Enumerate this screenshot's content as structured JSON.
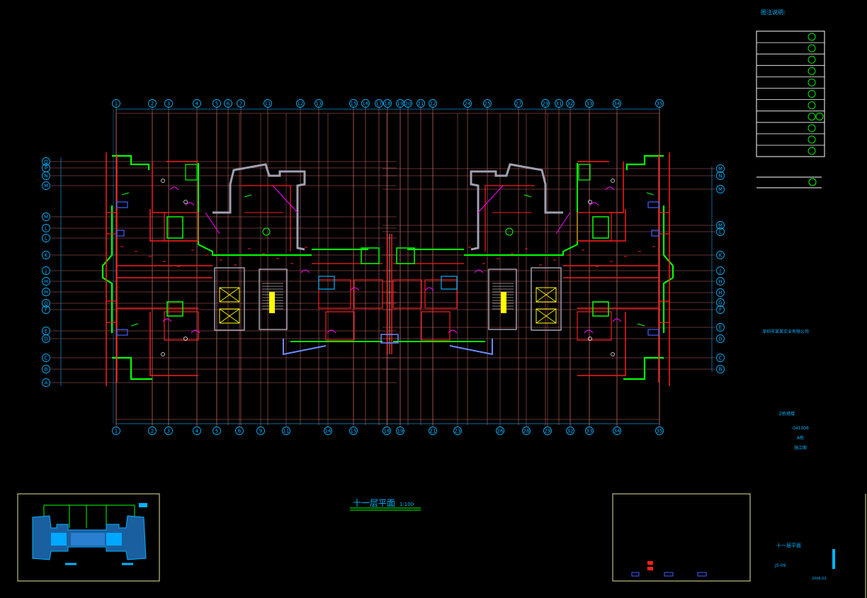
{
  "drawing": {
    "title": "十一层平面",
    "scale": "1:100",
    "legend_title": "图注说明:",
    "company": "深圳市某某实业有限公司",
    "project": "Z栋塔楼",
    "project_code": "041006",
    "building": "A栋",
    "stage": "施工图",
    "sheet_title": "十一层平面",
    "sheet_no": "JS-09",
    "date": "2006.03"
  },
  "grid": {
    "columns_top": [
      "1",
      "2",
      "3",
      "4",
      "5",
      "6",
      "7",
      "11",
      "12",
      "13",
      "15",
      "16",
      "17",
      "18",
      "19",
      "20",
      "21",
      "22",
      "24",
      "25",
      "27",
      "29",
      "31",
      "32",
      "33",
      "34",
      "35"
    ],
    "columns_bottom": [
      "1",
      "2",
      "3",
      "4",
      "5",
      "6",
      "9",
      "11",
      "14",
      "15",
      "18",
      "19",
      "21",
      "23",
      "26",
      "28",
      "29",
      "32",
      "33",
      "34",
      "35"
    ],
    "rows_left": [
      "Q",
      "P",
      "N",
      "M",
      "M",
      "L",
      "L",
      "K",
      "J",
      "H",
      "H",
      "G",
      "F",
      "E",
      "D",
      "C",
      "B",
      "A"
    ],
    "rows_right": [
      "M",
      "N",
      "M",
      "M",
      "L",
      "K",
      "J",
      "H",
      "H",
      "G",
      "F",
      "E",
      "D",
      "C",
      "B"
    ]
  },
  "colors": {
    "background": "#000000",
    "grid_line": "#c86464",
    "axis_bubble": "#00b4ff",
    "wall_red": "#ff1a1a",
    "wall_green": "#00ff00",
    "wall_grey": "#a0a0b0",
    "yellow": "#ffff00",
    "magenta": "#ff00ff",
    "white": "#ffffff",
    "frame_yellow": "#e6e6a0"
  }
}
